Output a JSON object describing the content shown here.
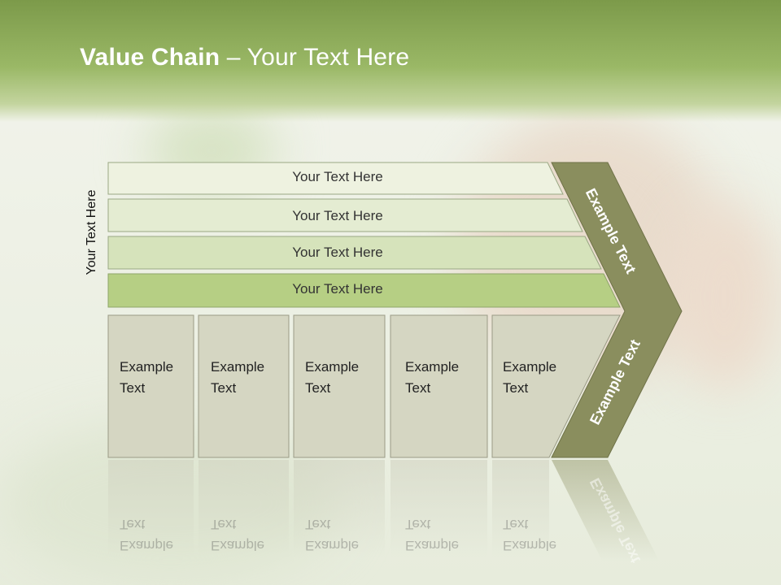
{
  "slide": {
    "title_bold": "Value Chain",
    "title_rest": " – Your Text Here",
    "side_label": "Your Text Here"
  },
  "rows": [
    {
      "label": "Your Text Here"
    },
    {
      "label": "Your Text Here"
    },
    {
      "label": "Your Text Here"
    },
    {
      "label": "Your Text Here"
    }
  ],
  "boxes": [
    {
      "line1": "Example",
      "line2": "Text"
    },
    {
      "line1": "Example",
      "line2": "Text"
    },
    {
      "line1": "Example",
      "line2": "Text"
    },
    {
      "line1": "Example",
      "line2": "Text"
    },
    {
      "line1": "Example",
      "line2": "Text"
    }
  ],
  "chevron": {
    "upper_label": "Example Text",
    "lower_label": "Example Text"
  },
  "colors": {
    "header": "#9ab866",
    "row_fills": [
      "#eef2e0",
      "#e4ecd2",
      "#d6e3bb",
      "#b6cf84"
    ],
    "box_fill": "#d5d6c2",
    "chevron_fill": "#8a8e5e"
  }
}
